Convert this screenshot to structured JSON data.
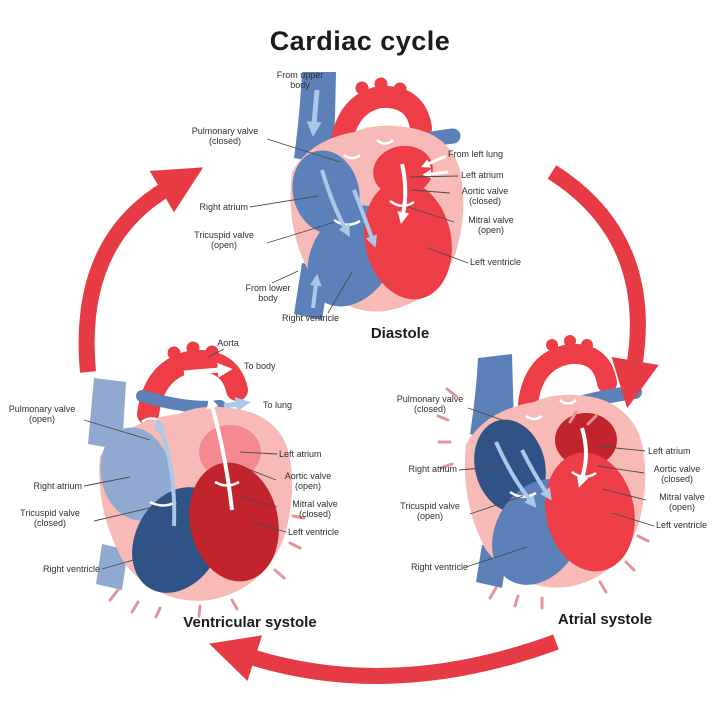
{
  "title": "Cardiac cycle",
  "colors": {
    "cycle_arrow": "#e63a44",
    "bright_red": "#ed3e47",
    "dark_red": "#c2242e",
    "pink_outline": "#f8bab6",
    "light_pink": "#f4898f",
    "medium_blue": "#5c80b8",
    "light_blue": "#8fa9d1",
    "dark_blue": "#2f5287",
    "flow_blue": "#aac8e8",
    "flow_white": "#ffffff",
    "dash_pink": "#e4959b"
  },
  "diastole": {
    "caption": "Diastole",
    "labels": {
      "from_upper_body": "From upper body",
      "pulmonary_valve": "Pulmonary valve",
      "pulmonary_valve_state": "(closed)",
      "right_atrium": "Right atrium",
      "tricuspid_valve": "Tricuspid valve",
      "tricuspid_valve_state": "(open)",
      "from_left_lung": "From left lung",
      "left_atrium": "Left atrium",
      "aortic_valve": "Aortic valve",
      "aortic_valve_state": "(closed)",
      "mitral_valve": "Mitral  valve",
      "mitral_valve_state": "(open)",
      "left_ventricle": "Left ventricle",
      "from_lower_body": "From lower body",
      "right_ventricle": "Right ventricle"
    }
  },
  "ventricular_systole": {
    "caption": "Ventricular systole",
    "labels": {
      "aorta": "Aorta",
      "to_body": "To body",
      "to_lung": "To lung",
      "pulmonary_valve": "Pulmonary valve",
      "pulmonary_valve_state": "(open)",
      "right_atrium": "Right atrium",
      "tricuspid_valve": "Tricuspid  valve",
      "tricuspid_valve_state": "(closed)",
      "left_atrium": "Left atrium",
      "aortic_valve": "Aortic valve",
      "aortic_valve_state": "(open)",
      "mitral_valve": "Mitral  valve",
      "mitral_valve_state": "(closed)",
      "left_ventricle": "Left ventricle",
      "right_ventricle": "Right ventricle"
    }
  },
  "atrial_systole": {
    "caption": "Atrial  systole",
    "labels": {
      "pulmonary_valve": "Pulmonary valve",
      "pulmonary_valve_state": "(closed)",
      "right_atrium": "Right atrium",
      "tricuspid_valve": "Tricuspid  valve",
      "tricuspid_valve_state": "(open)",
      "left_atrium": "Left atrium",
      "aortic_valve": "Aortic valve",
      "aortic_valve_state": "(closed)",
      "mitral_valve": "Mitral  valve",
      "mitral_valve_state": "(open)",
      "left_ventricle": "Left ventricle",
      "right_ventricle": "Right ventricle"
    }
  }
}
